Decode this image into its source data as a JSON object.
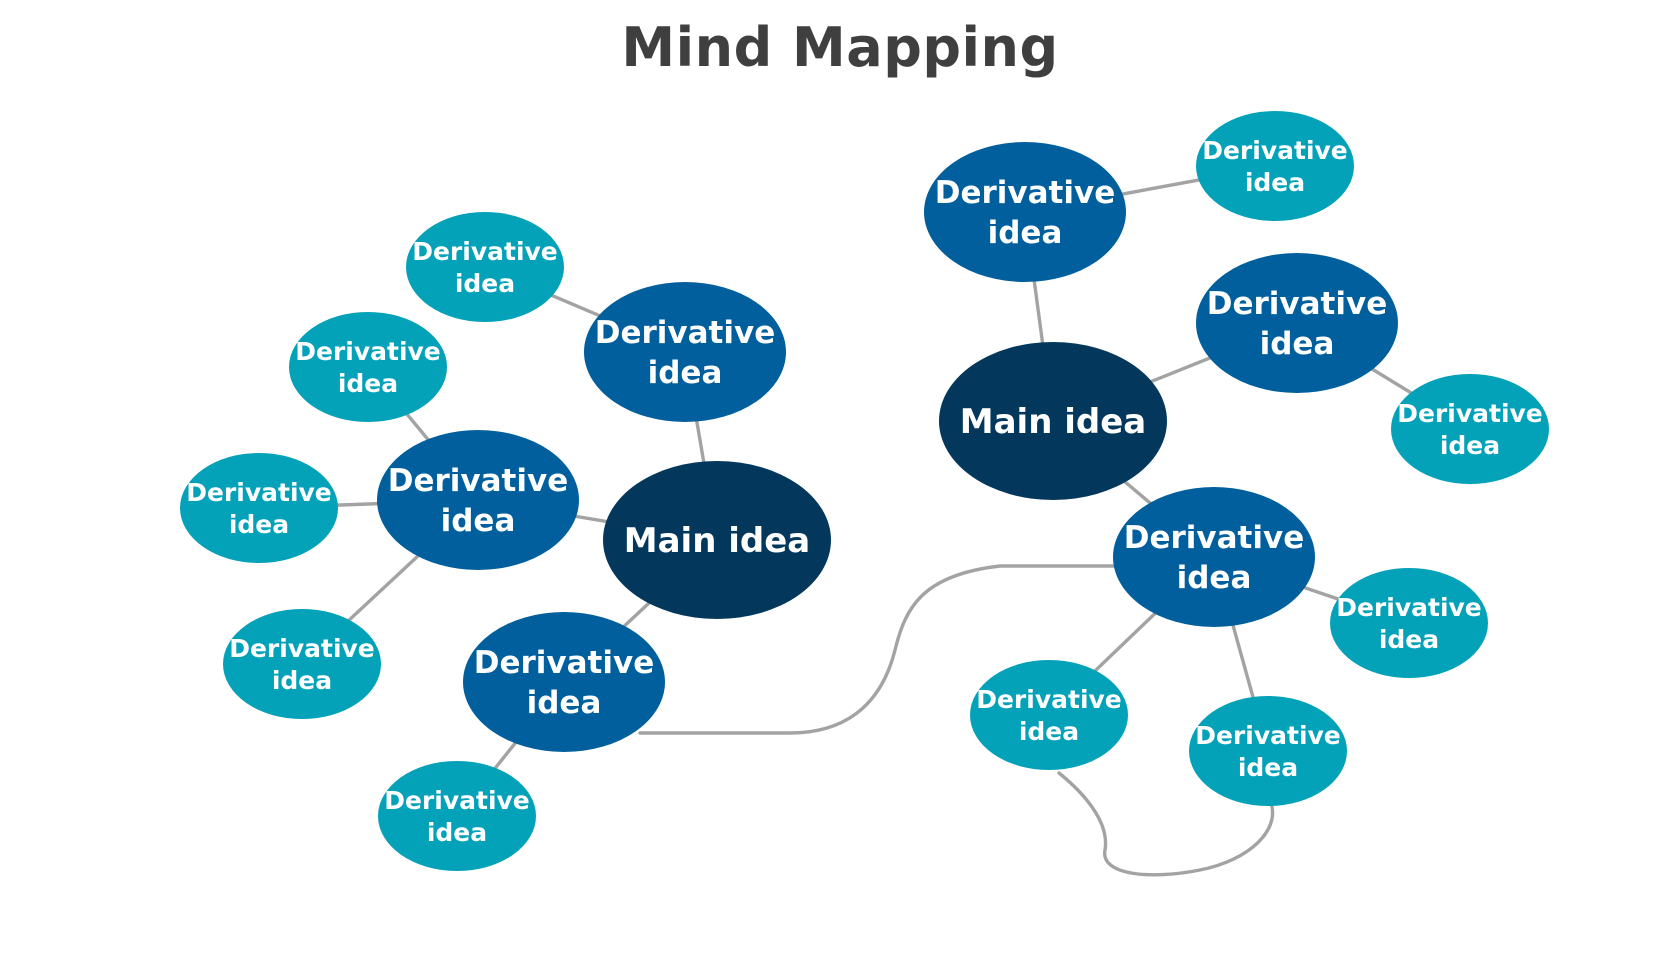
{
  "title": "Mind Mapping",
  "colors": {
    "main": "#03385c",
    "derivative_primary": "#015f9d",
    "derivative_secondary": "#04a2b9",
    "connector": "#a3a3a3",
    "title": "#3f3f3f"
  },
  "clusters": [
    {
      "main": {
        "label": "Main idea"
      },
      "branches": [
        {
          "label": [
            "Derivative",
            "idea"
          ],
          "leaves": [
            {
              "label": [
                "Derivative",
                "idea"
              ]
            }
          ]
        },
        {
          "label": [
            "Derivative",
            "idea"
          ],
          "leaves": [
            {
              "label": [
                "Derivative",
                "idea"
              ]
            },
            {
              "label": [
                "Derivative",
                "idea"
              ]
            },
            {
              "label": [
                "Derivative",
                "idea"
              ]
            }
          ]
        },
        {
          "label": [
            "Derivative",
            "idea"
          ],
          "leaves": [
            {
              "label": [
                "Derivative",
                "idea"
              ]
            }
          ]
        }
      ]
    },
    {
      "main": {
        "label": "Main idea"
      },
      "branches": [
        {
          "label": [
            "Derivative",
            "idea"
          ],
          "leaves": [
            {
              "label": [
                "Derivative",
                "idea"
              ]
            }
          ]
        },
        {
          "label": [
            "Derivative",
            "idea"
          ],
          "leaves": [
            {
              "label": [
                "Derivative",
                "idea"
              ]
            }
          ]
        },
        {
          "label": [
            "Derivative",
            "idea"
          ],
          "leaves": [
            {
              "label": [
                "Derivative",
                "idea"
              ]
            },
            {
              "label": [
                "Derivative",
                "idea"
              ]
            },
            {
              "label": [
                "Derivative",
                "idea"
              ]
            }
          ]
        }
      ]
    }
  ]
}
